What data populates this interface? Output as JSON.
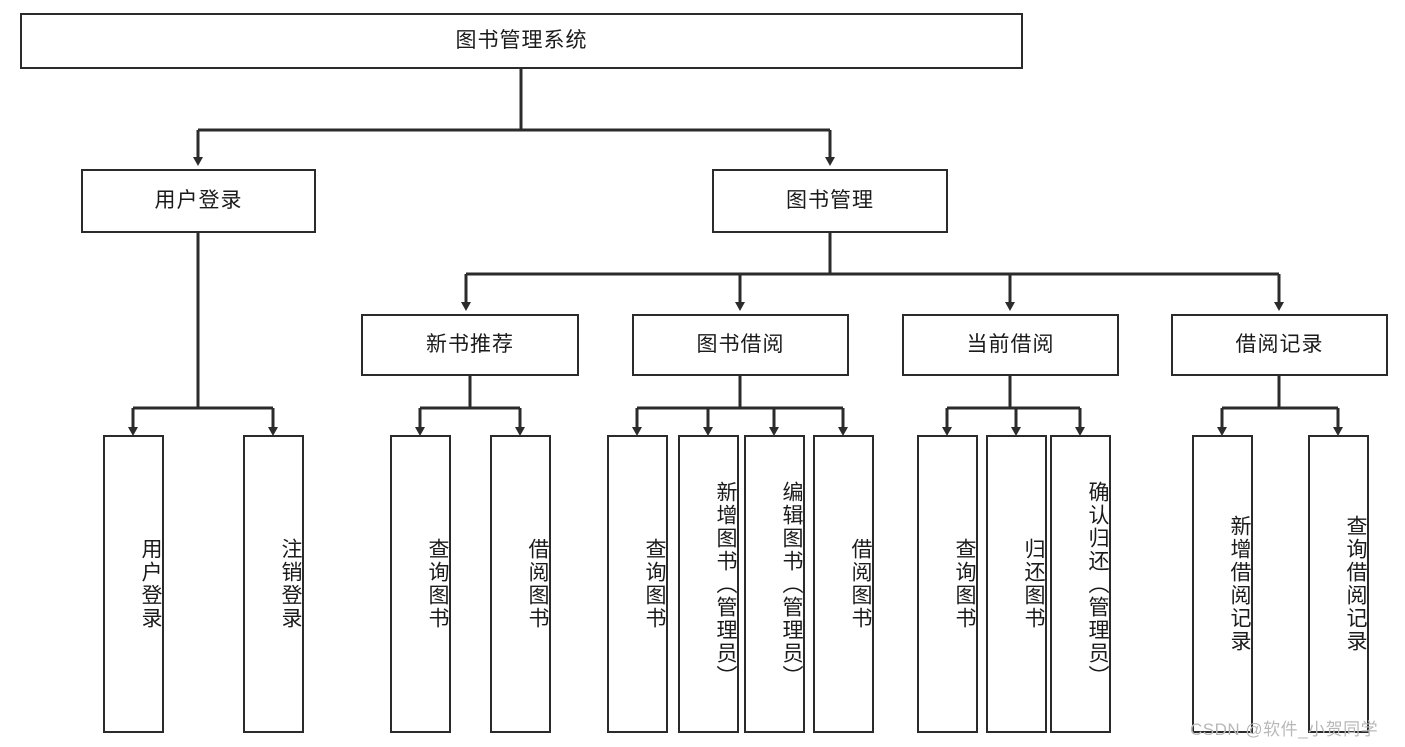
{
  "diagram": {
    "title": "图书管理系统",
    "type": "functional-structure-tree",
    "root": {
      "label": "图书管理系统"
    },
    "level1": [
      {
        "label": "用户登录"
      },
      {
        "label": "图书管理"
      }
    ],
    "level2": [
      {
        "label": "新书推荐"
      },
      {
        "label": "图书借阅"
      },
      {
        "label": "当前借阅"
      },
      {
        "label": "借阅记录"
      }
    ],
    "leaves": {
      "user_login": [
        {
          "label": "用户登录"
        },
        {
          "label": "注销登录"
        }
      ],
      "new_book_recommend": [
        {
          "label": "查询图书"
        },
        {
          "label": "借阅图书"
        }
      ],
      "book_borrow": [
        {
          "label": "查询图书"
        },
        {
          "label": "新增图书（管理员）"
        },
        {
          "label": "编辑图书（管理员）"
        },
        {
          "label": "借阅图书"
        }
      ],
      "current_borrow": [
        {
          "label": "查询图书"
        },
        {
          "label": "归还图书"
        },
        {
          "label": "确认归还（管理员）"
        }
      ],
      "borrow_record": [
        {
          "label": "新增借阅记录"
        },
        {
          "label": "查询借阅记录"
        }
      ]
    }
  },
  "watermark": {
    "text": "CSDN @软件_小贺同学"
  },
  "colors": {
    "border": "#2b2b2b",
    "background": "#ffffff",
    "text": "#1b1b1b",
    "watermark": "#b8b8b8"
  }
}
